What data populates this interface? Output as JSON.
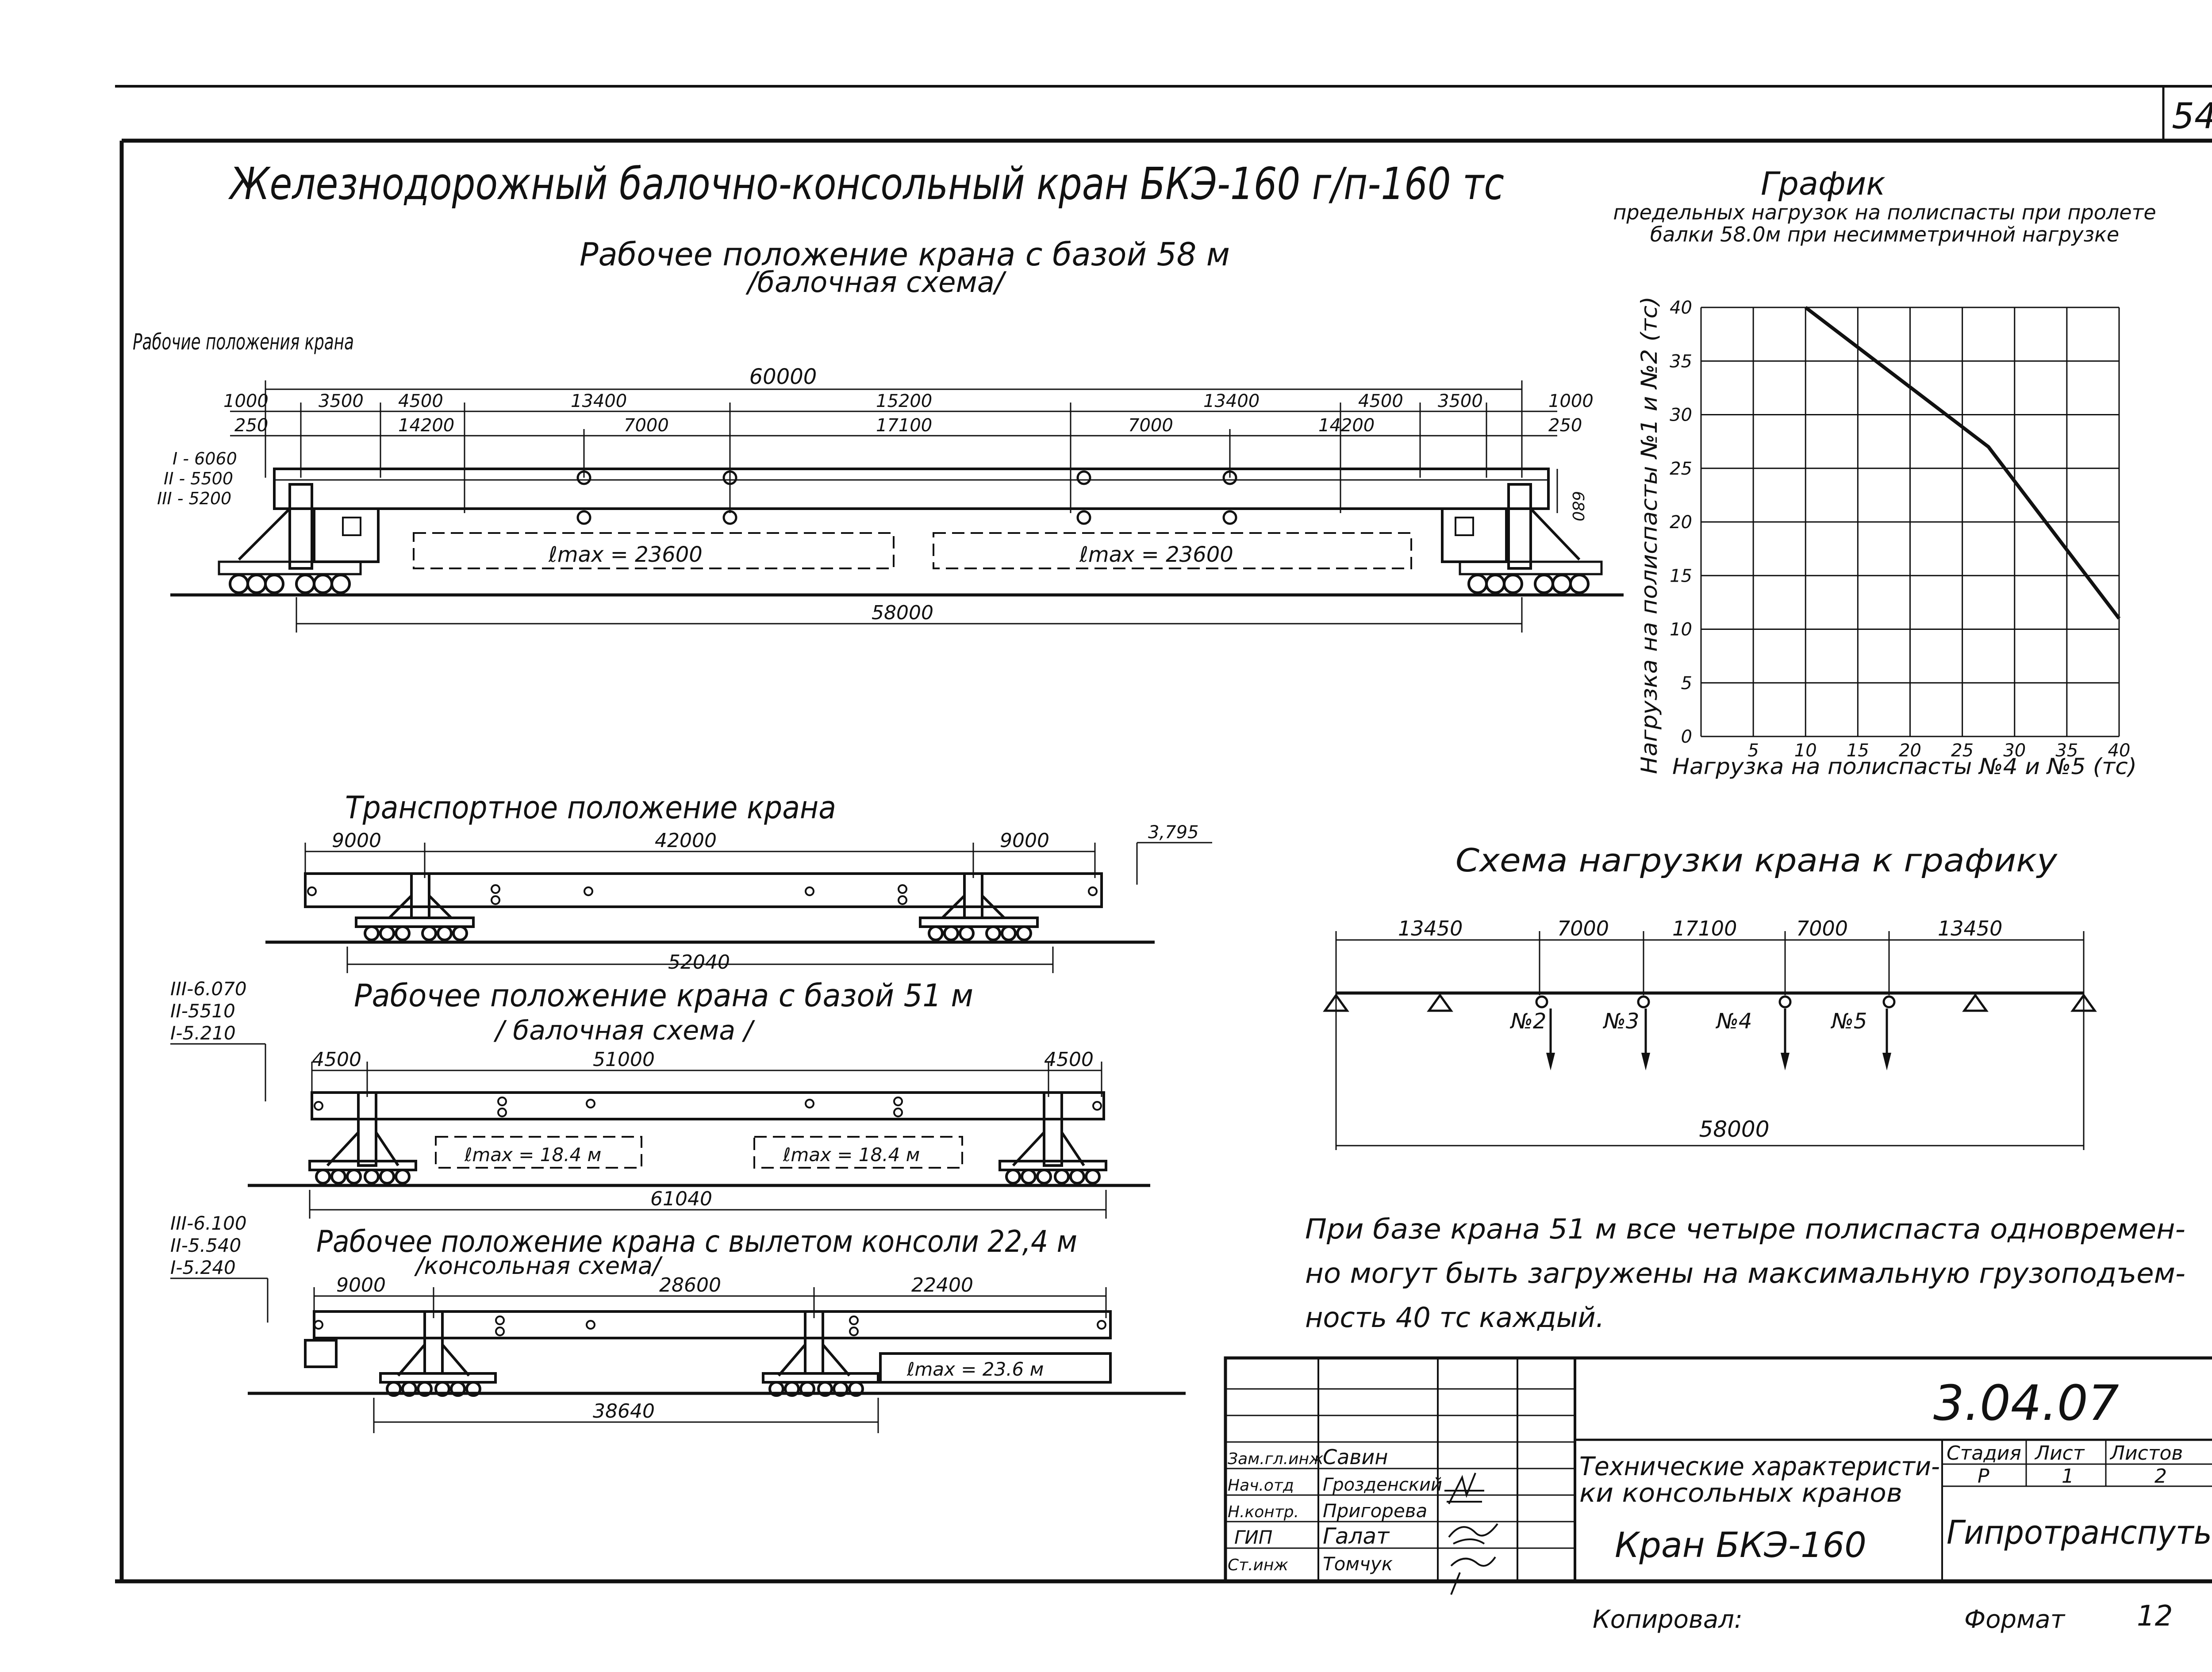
{
  "sheet_number": "54",
  "main_title": "Железнодорожный балочно-консольный кран БКЭ-160 г/п-160 тс",
  "working_58": {
    "title": "Рабочее положение крана с базой 58 м",
    "subtitle": "/балочная схема/",
    "side_label": "Рабочие положения крана",
    "levels": [
      "I - 6060",
      "II - 5500",
      "III - 5200"
    ],
    "dims_top": [
      "60000"
    ],
    "dims_row1": [
      "1000",
      "3500",
      "4500",
      "13400",
      "15200",
      "13400",
      "4500",
      "3500",
      "1000"
    ],
    "dims_row2": [
      "250",
      "14200",
      "7000",
      "17100",
      "7000",
      "14200",
      "250"
    ],
    "height_dim": "680",
    "lmax_left": "ℓmax = 23600",
    "lmax_right": "ℓmax = 23600",
    "base_dim": "58000"
  },
  "graph": {
    "title": "График",
    "subtitle": "предельных нагрузок на полиспасты при пролете балки 58.0м при несимметричной нагрузке",
    "ylabel": "Нагрузка на полиспасты №1 и №2 (тс)",
    "xlabel": "Нагрузка на полиспасты №4 и №5 (тс)"
  },
  "chart_data": {
    "type": "line",
    "x": [
      10,
      27.5,
      40
    ],
    "y": [
      40,
      27,
      11
    ],
    "xlim": [
      0,
      40
    ],
    "ylim": [
      0,
      40
    ],
    "xticks": [
      "5",
      "10",
      "15",
      "20",
      "25",
      "30",
      "35",
      "40"
    ],
    "yticks": [
      "0",
      "5",
      "10",
      "15",
      "20",
      "25",
      "30",
      "35",
      "40"
    ],
    "grid": true
  },
  "transport": {
    "title": "Транспортное положение крана",
    "dims": [
      "9000",
      "42000",
      "9000"
    ],
    "base_dim": "52040",
    "level": "3,795"
  },
  "working_51": {
    "title": "Рабочее положение крана с базой 51 м",
    "subtitle": "/ балочная схема /",
    "levels": [
      "III-6.070",
      "II-5510",
      "I-5.210"
    ],
    "dims": [
      "4500",
      "51000",
      "4500"
    ],
    "lmax_left": "ℓmax = 18.4 м",
    "lmax_right": "ℓmax = 18.4 м",
    "base_dim": "61040"
  },
  "working_cons": {
    "title": "Рабочее положение крана с вылетом консоли 22,4 м",
    "subtitle": "/консольная схема/",
    "levels": [
      "III-6.100",
      "II-5.540",
      "I-5.240"
    ],
    "dims": [
      "9000",
      "28600",
      "22400"
    ],
    "lmax": "ℓmax = 23.6 м",
    "base_dim": "38640"
  },
  "load_scheme": {
    "title": "Схема нагрузки крана к графику",
    "dims": [
      "13450",
      "7000",
      "17100",
      "7000",
      "13450"
    ],
    "points": [
      "№2",
      "№3",
      "№4",
      "№5"
    ],
    "base_dim": "58000"
  },
  "note": [
    "При базе крана 51 м все четыре полиспаста одновремен-",
    "но могут быть загружены на максимальную грузоподъем-",
    "ность 40 тс каждый."
  ],
  "title_block": {
    "doc_code": "3.04.07",
    "rows": [
      {
        "role": "Зам.гл.инж",
        "name": "Савин"
      },
      {
        "role": "Нач.отд",
        "name": "Грозденский"
      },
      {
        "role": "Н.контр.",
        "name": "Пригорева"
      },
      {
        "role": "ГИП",
        "name": "Галат"
      },
      {
        "role": "Ст.инж",
        "name": "Томчук"
      }
    ],
    "description_line1": "Технические характеристи-",
    "description_line2": "ки консольных кранов",
    "item": "Кран БКЭ-160",
    "stage_header": "Стадия",
    "sheet_header": "Лист",
    "sheets_header": "Листов",
    "stage": "Р",
    "sheet": "1",
    "sheets": "2",
    "organization": "Гипротрансnúmпуть"
  },
  "footer": {
    "copied": "Копировал:",
    "format_label": "Формат",
    "format_value": "12"
  }
}
